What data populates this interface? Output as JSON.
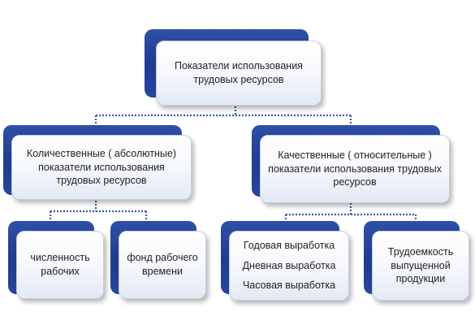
{
  "diagram": {
    "root": {
      "lines": [
        "Показатели использования",
        "трудовых  ресурсов"
      ]
    },
    "left_group": {
      "lines": [
        "Количественные   ( абсолютные)",
        "показатели использования",
        "трудовых ресурсов"
      ]
    },
    "right_group": {
      "lines": [
        "Качественные   ( относительные )",
        "показатели использования  трудовых",
        "ресурсов"
      ]
    },
    "leaves": [
      {
        "lines": [
          "численность",
          "рабочих"
        ]
      },
      {
        "lines": [
          "фонд рабочего",
          "времени"
        ]
      },
      {
        "lines": [
          "Годовая выработка",
          "Дневная выработка",
          "Часовая выработка"
        ]
      },
      {
        "lines": [
          "Трудоемкость",
          "выпущенной",
          "продукции"
        ]
      }
    ]
  }
}
